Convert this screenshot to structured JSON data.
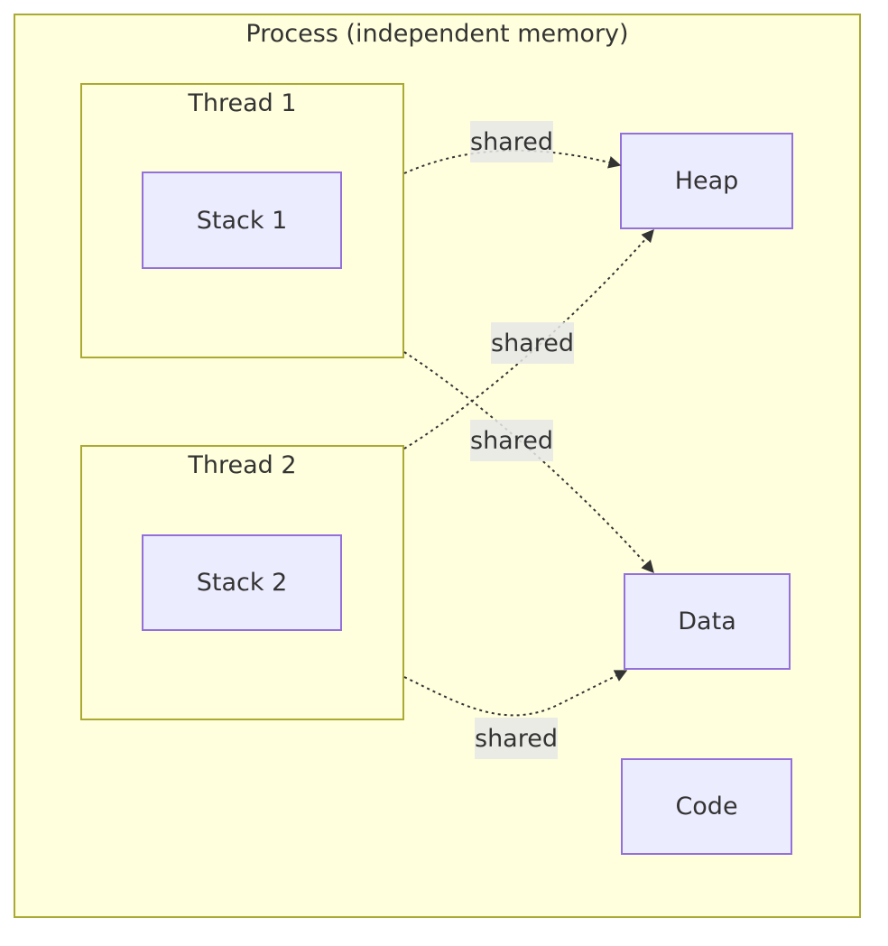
{
  "process": {
    "title": "Process (independent memory)"
  },
  "threads": [
    {
      "title": "Thread 1",
      "stack": "Stack 1"
    },
    {
      "title": "Thread 2",
      "stack": "Stack 2"
    }
  ],
  "nodes": {
    "heap": "Heap",
    "data": "Data",
    "code": "Code"
  },
  "edges": [
    {
      "from": "Thread 1",
      "to": "Heap",
      "label": "shared",
      "style": "dotted"
    },
    {
      "from": "Thread 2",
      "to": "Heap",
      "label": "shared",
      "style": "dotted"
    },
    {
      "from": "Thread 1",
      "to": "Data",
      "label": "shared",
      "style": "dotted"
    },
    {
      "from": "Thread 2",
      "to": "Data",
      "label": "shared",
      "style": "dotted"
    }
  ],
  "colors": {
    "cluster_fill": "#ffffde",
    "cluster_border": "#aaaa33",
    "node_fill": "#ececff",
    "node_border": "#9370db",
    "edge": "#333333",
    "edge_label_bg": "#e8e8e8"
  }
}
